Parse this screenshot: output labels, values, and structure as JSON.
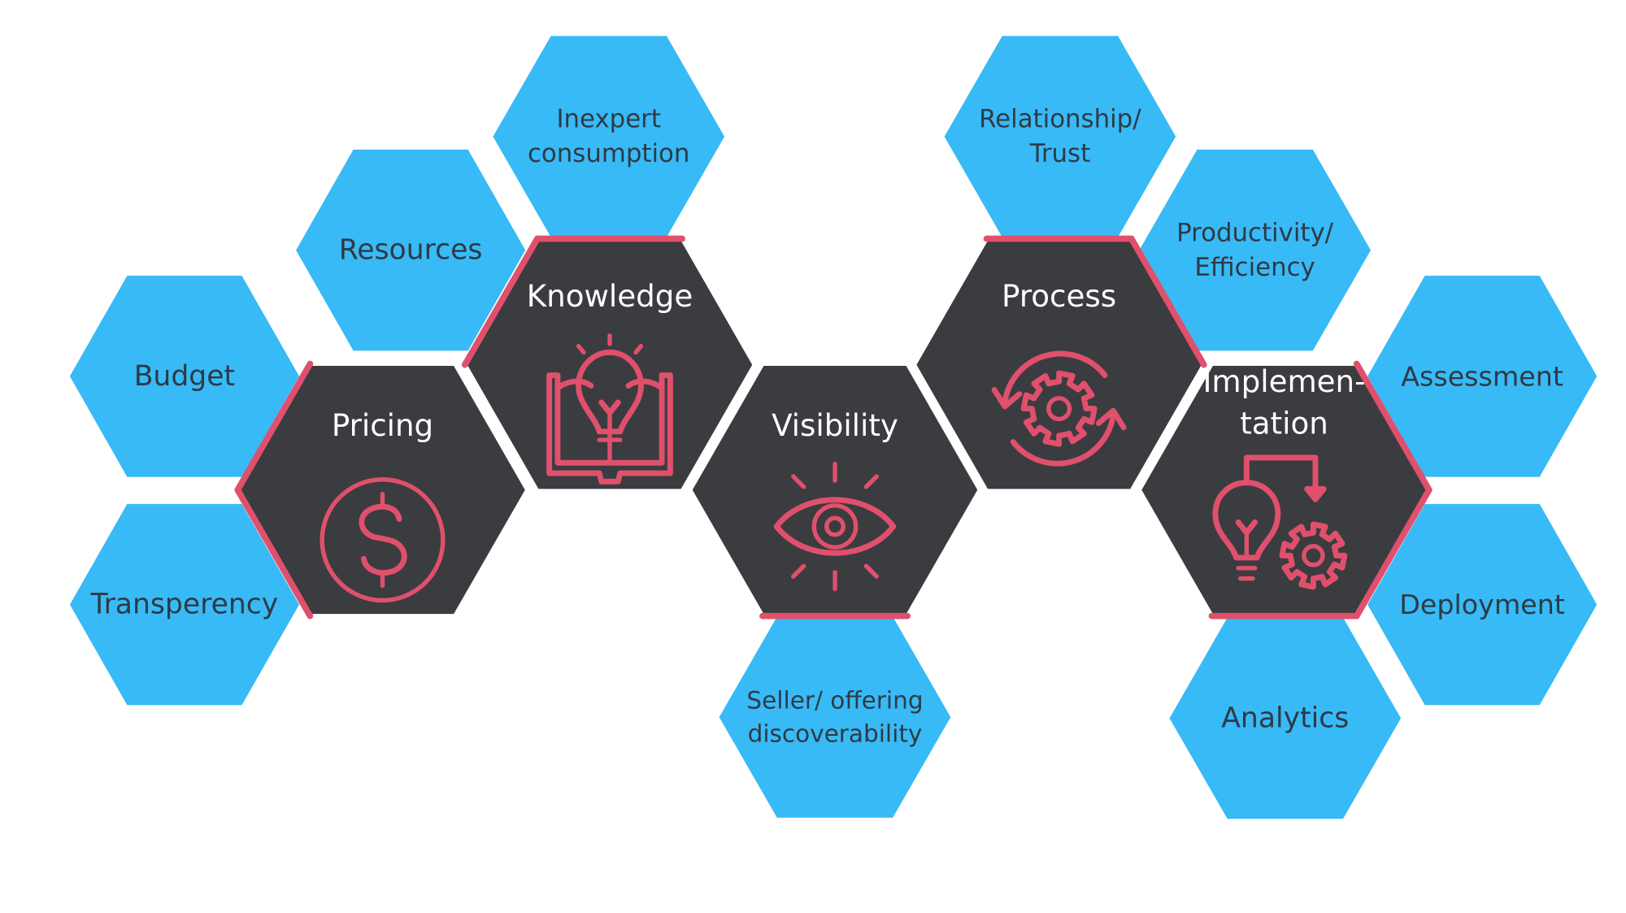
{
  "colors": {
    "blue": "#38BAF6",
    "dark": "#3A3C40",
    "accent": "#E0506C",
    "blue_text": "#2E3A45",
    "dark_text": "#FFFFFF"
  },
  "core": [
    {
      "id": "pricing",
      "label": [
        "Pricing"
      ],
      "icon": "dollar-coin-icon"
    },
    {
      "id": "knowledge",
      "label": [
        "Knowledge"
      ],
      "icon": "lightbulb-book-icon"
    },
    {
      "id": "visibility",
      "label": [
        "Visibility"
      ],
      "icon": "eye-icon"
    },
    {
      "id": "process",
      "label": [
        "Process"
      ],
      "icon": "gear-cycle-icon"
    },
    {
      "id": "implementation",
      "label": [
        "Implemen-",
        "tation"
      ],
      "icon": "bulb-gear-flow-icon"
    }
  ],
  "satellites": [
    {
      "id": "budget",
      "label": [
        "Budget"
      ]
    },
    {
      "id": "transperency",
      "label": [
        "Transperency"
      ]
    },
    {
      "id": "resources",
      "label": [
        "Resources"
      ]
    },
    {
      "id": "inexpert-consumption",
      "label": [
        "Inexpert",
        "consumption"
      ]
    },
    {
      "id": "seller-offering-discoverability",
      "label": [
        "Seller/ offering",
        "discoverability"
      ]
    },
    {
      "id": "relationship-trust",
      "label": [
        "Relationship/",
        "Trust"
      ]
    },
    {
      "id": "productivity-efficiency",
      "label": [
        "Productivity/",
        "Efficiency"
      ]
    },
    {
      "id": "assessment",
      "label": [
        "Assessment"
      ]
    },
    {
      "id": "deployment",
      "label": [
        "Deployment"
      ]
    },
    {
      "id": "analytics",
      "label": [
        "Analytics"
      ]
    }
  ]
}
